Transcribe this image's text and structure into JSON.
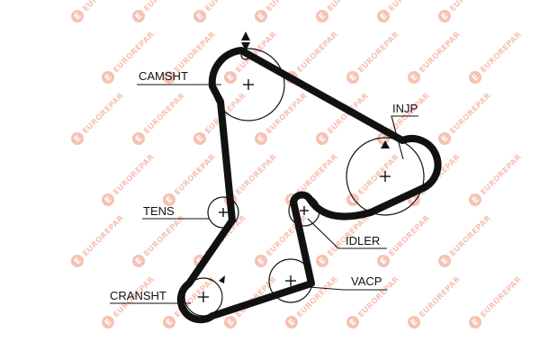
{
  "watermark": {
    "text": "EUROREPAR",
    "color": "#f6c2b3"
  },
  "colors": {
    "belt": "#111111",
    "pulley": "#111111",
    "label": "#111111"
  },
  "labels": {
    "camsht": "CAMSHT",
    "injp": "INJP",
    "tens": "TENS",
    "idler": "IDLER",
    "vacp": "VACP",
    "cransht": "CRANSHT"
  },
  "icons": {
    "center": "plus-cross",
    "timing_mark": "triangle-marker"
  }
}
